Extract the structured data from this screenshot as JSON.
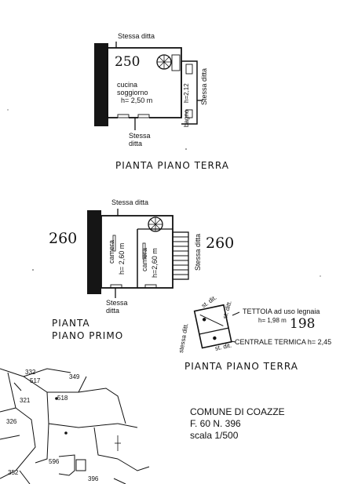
{
  "ground_floor": {
    "neighbor_top": "Stessa ditta",
    "neighbor_right": "Stessa ditta",
    "neighbor_bottom_line1": "Stessa",
    "neighbor_bottom_line2": "ditta",
    "height_mark": "250",
    "room_label_1": "cucina",
    "room_label_2": "soggiorno",
    "room_height": "h= 2,50 m",
    "bath_label": "bagno",
    "bath_height": "h=2,12",
    "title": "PIANTA PIANO TERRA"
  },
  "first_floor": {
    "neighbor_top": "Stessa ditta",
    "neighbor_right": "Stessa ditta",
    "neighbor_bottom_line1": "Stessa",
    "neighbor_bottom_line2": "ditta",
    "height_mark_left": "260",
    "height_mark_right": "260",
    "room1_label": "camera",
    "room1_height": "h= 2,60 m",
    "room2_label": "camera",
    "room2_height": "h=2,60 m",
    "title_line1": "PIANTA",
    "title_line2": "PIANO PRIMO"
  },
  "outbuilding": {
    "label_st_dit_1": "st. dit.",
    "label_st_dit_2": "st. ditt.",
    "label_stessa_dit": "stessa ditt.",
    "label_st_dit_bottom": "st. dit.",
    "tettoia_label": "TETTOIA ad uso legnaia",
    "tettoia_height": "h= 1,98 m",
    "height_mark": "198",
    "centrale_label": "CENTRALE TERMICA h= 2,45",
    "title": "PIANTA PIANO TERRA"
  },
  "cadastral": {
    "parcels": [
      "332",
      "517",
      "349",
      "321",
      "518",
      "326",
      "596",
      "352",
      "396"
    ],
    "comune": "COMUNE DI COAZZE",
    "foglio": "F. 60 N. 396",
    "scala": "scala 1/500"
  }
}
